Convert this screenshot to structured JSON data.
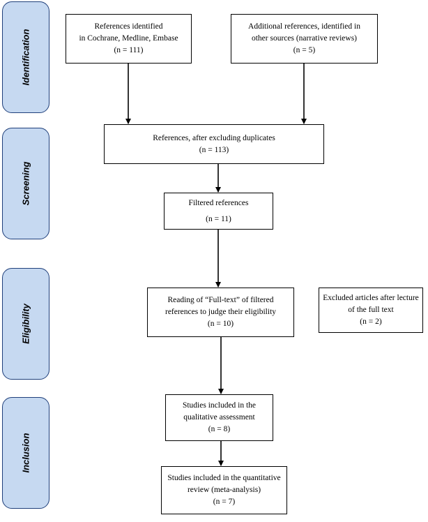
{
  "stages": [
    {
      "label": "Identification"
    },
    {
      "label": "Screening"
    },
    {
      "label": "Eligibility"
    },
    {
      "label": "Inclusion"
    }
  ],
  "boxes": {
    "identified_databases": [
      "References identified",
      "in Cochrane, Medline, Embase",
      "(n = 111)"
    ],
    "identified_other": [
      "Additional references, identified in",
      "other sources (narrative reviews)",
      "(n = 5)"
    ],
    "after_duplicates": [
      "References, after excluding duplicates",
      "(n = 113)"
    ],
    "filtered": [
      "Filtered references",
      "(n = 11)"
    ],
    "full_text": [
      "Reading of “Full-text” of filtered",
      "references to judge their eligibility",
      "(n = 10)"
    ],
    "excluded": [
      "Excluded articles after lecture",
      "of the full text",
      "(n = 2)"
    ],
    "qualitative": [
      "Studies included in the",
      "qualitative assessment",
      "(n = 8)"
    ],
    "quantitative": [
      "Studies included in the quantitative",
      "review (meta-analysis)",
      "(n = 7)"
    ]
  },
  "colors": {
    "stage_fill": "#c6d9f1",
    "stage_border": "#1f3f7a",
    "box_border": "#000000",
    "arrow": "#000000"
  }
}
